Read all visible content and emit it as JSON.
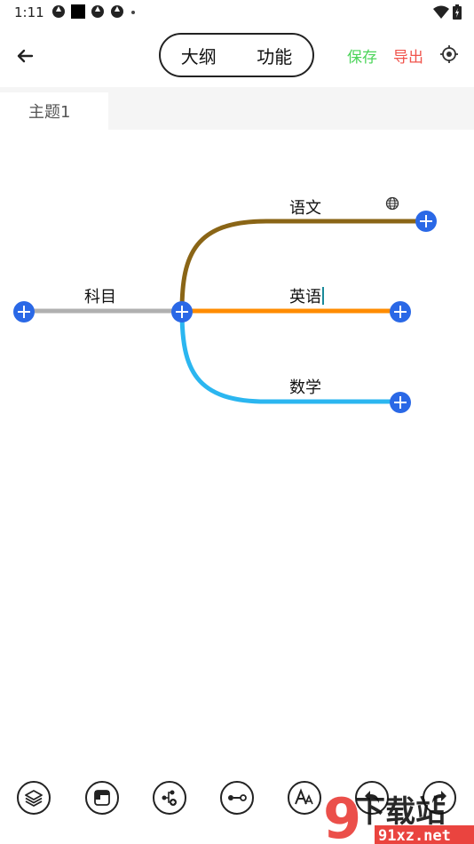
{
  "status": {
    "time": "1:11"
  },
  "toolbar": {
    "back_icon": "arrow-left-icon",
    "mode_tabs": [
      {
        "label": "大纲"
      },
      {
        "label": "功能"
      }
    ],
    "save_label": "保存",
    "save_color": "#4cd45a",
    "export_label": "导出",
    "export_color": "#f0544c",
    "locate_icon": "crosshair-icon"
  },
  "tabs": [
    {
      "label": "主题1",
      "active": true
    }
  ],
  "mindmap": {
    "root": {
      "label": "科目",
      "color": "#b0b0b0"
    },
    "children": [
      {
        "label": "语文",
        "color": "#8a6516",
        "icon": "globe-icon"
      },
      {
        "label": "英语",
        "color": "#ff8c00",
        "editing": true
      },
      {
        "label": "数学",
        "color": "#2bb6f0"
      }
    ],
    "button_color": "#2a68e6"
  },
  "bottom_tools": [
    {
      "icon": "layers-icon"
    },
    {
      "icon": "window-icon"
    },
    {
      "icon": "add-child-node-icon"
    },
    {
      "icon": "connect-line-icon"
    },
    {
      "icon": "text-size-icon"
    },
    {
      "icon": "undo-icon"
    },
    {
      "icon": "redo-icon"
    }
  ],
  "watermark": {
    "site": "91xz.net",
    "text": "下载站"
  }
}
